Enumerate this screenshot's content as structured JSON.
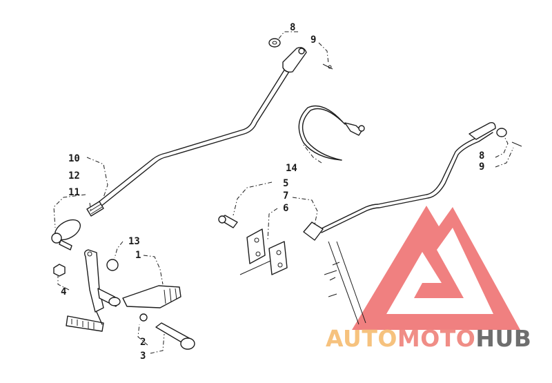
{
  "diagram": {
    "callouts": {
      "c8_top": "8",
      "c9_top": "9",
      "c10": "10",
      "c12": "12",
      "c11": "11",
      "c14": "14",
      "c5": "5",
      "c7": "7",
      "c6": "6",
      "c13": "13",
      "c1": "1",
      "c4": "4",
      "c2": "2",
      "c3": "3",
      "c8_right": "8",
      "c9_right": "9"
    }
  },
  "watermark": {
    "word_auto": "AUTO",
    "word_moto": "MOTO",
    "word_hub": "HUB",
    "colors": {
      "logo_red": "#f08080",
      "auto_orange": "#f6c27e",
      "moto_red": "#f08d86",
      "hub_gray": "#6e6e6e"
    }
  }
}
